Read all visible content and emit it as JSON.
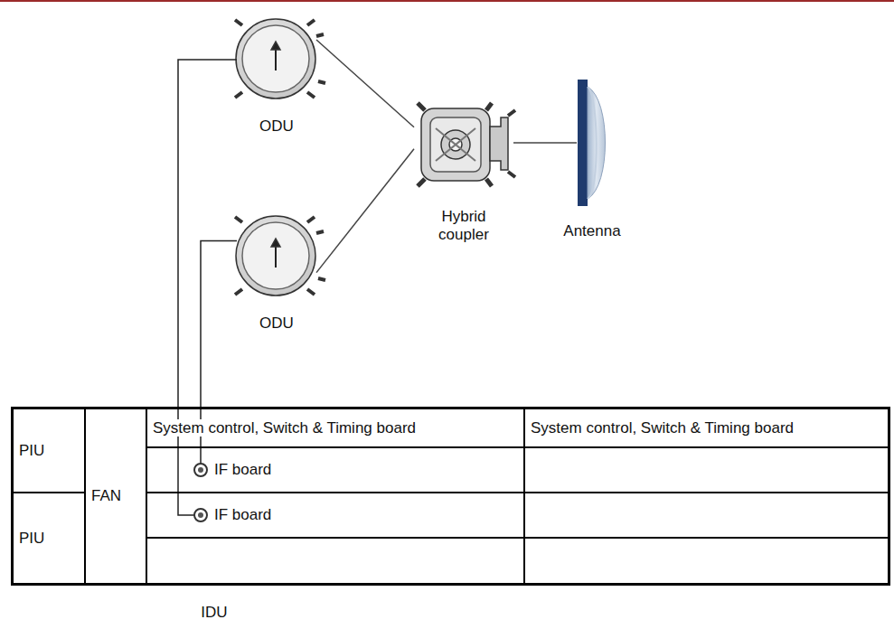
{
  "diagram": {
    "nodes": [
      {
        "text": [
          "ODU"
        ]
      },
      {
        "text": [
          "Hybrid coupler"
        ]
      },
      {
        "text": [
          "Antenna"
        ]
      },
      {
        "text": [
          "ODU"
        ]
      },
      {
        "text": [
          "IDU"
        ]
      },
      {
        "text": [
          "System control, Switch & Timing board"
        ],
        "in": 4
      },
      {
        "text": [
          "System control, Switch & Timing board"
        ],
        "in": 4
      },
      {
        "text": [
          "PIU"
        ],
        "in": 4
      },
      {
        "text": [
          "FAN"
        ],
        "in": 4
      },
      {
        "text": [
          "IF board"
        ],
        "in": 4
      },
      {
        "text": [
          "IF board"
        ],
        "in": 4
      },
      {
        "text": [
          "PIU"
        ],
        "in": 4
      }
    ],
    "edges": [
      {
        "from": 0,
        "to": 1,
        "arrow": "none"
      },
      {
        "from": 3,
        "to": 1,
        "arrow": "none"
      },
      {
        "from": 1,
        "to": 2,
        "arrow": "none"
      },
      {
        "from": 0,
        "to": 10,
        "arrow": "none"
      },
      {
        "from": 3,
        "to": 9,
        "arrow": "none"
      }
    ]
  }
}
